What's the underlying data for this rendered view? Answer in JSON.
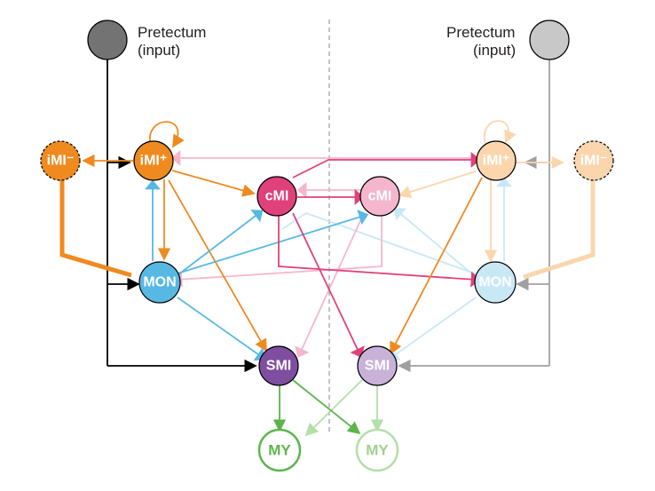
{
  "colors": {
    "pretectum_left": "#737373",
    "pretectum_right": "#c8c8c8",
    "iMI": "#ef8a1f",
    "iMI_light": "#fbd6ad",
    "cMI": "#e0417b",
    "cMI_light": "#f5b6cd",
    "MON": "#58b8e4",
    "MON_light": "#c9e8f6",
    "SMI": "#7f4ea0",
    "SMI_light": "#c8b2d8",
    "MY": "#5cb54c",
    "MY_light": "#b5dea9",
    "input_line": "#000000",
    "input_line_light": "#a0a0a0"
  },
  "captions": {
    "pretectum_left": {
      "line1": "Pretectum",
      "line2": "(input)"
    },
    "pretectum_right": {
      "line1": "Pretectum",
      "line2": "(input)"
    }
  },
  "nodes": {
    "iMI_minus_left": {
      "label": "iMI⁻"
    },
    "iMI_plus_left": {
      "label": "iMI⁺"
    },
    "cMI_left": {
      "label": "cMI"
    },
    "MON_left": {
      "label": "MON"
    },
    "SMI_left": {
      "label": "SMI"
    },
    "MY_left": {
      "label": "MY"
    },
    "iMI_plus_right": {
      "label": "iMI⁺"
    },
    "iMI_minus_right": {
      "label": "iMI⁻"
    },
    "cMI_right": {
      "label": "cMI"
    },
    "MON_right": {
      "label": "MON"
    },
    "SMI_right": {
      "label": "SMI"
    },
    "MY_right": {
      "label": "MY"
    }
  }
}
